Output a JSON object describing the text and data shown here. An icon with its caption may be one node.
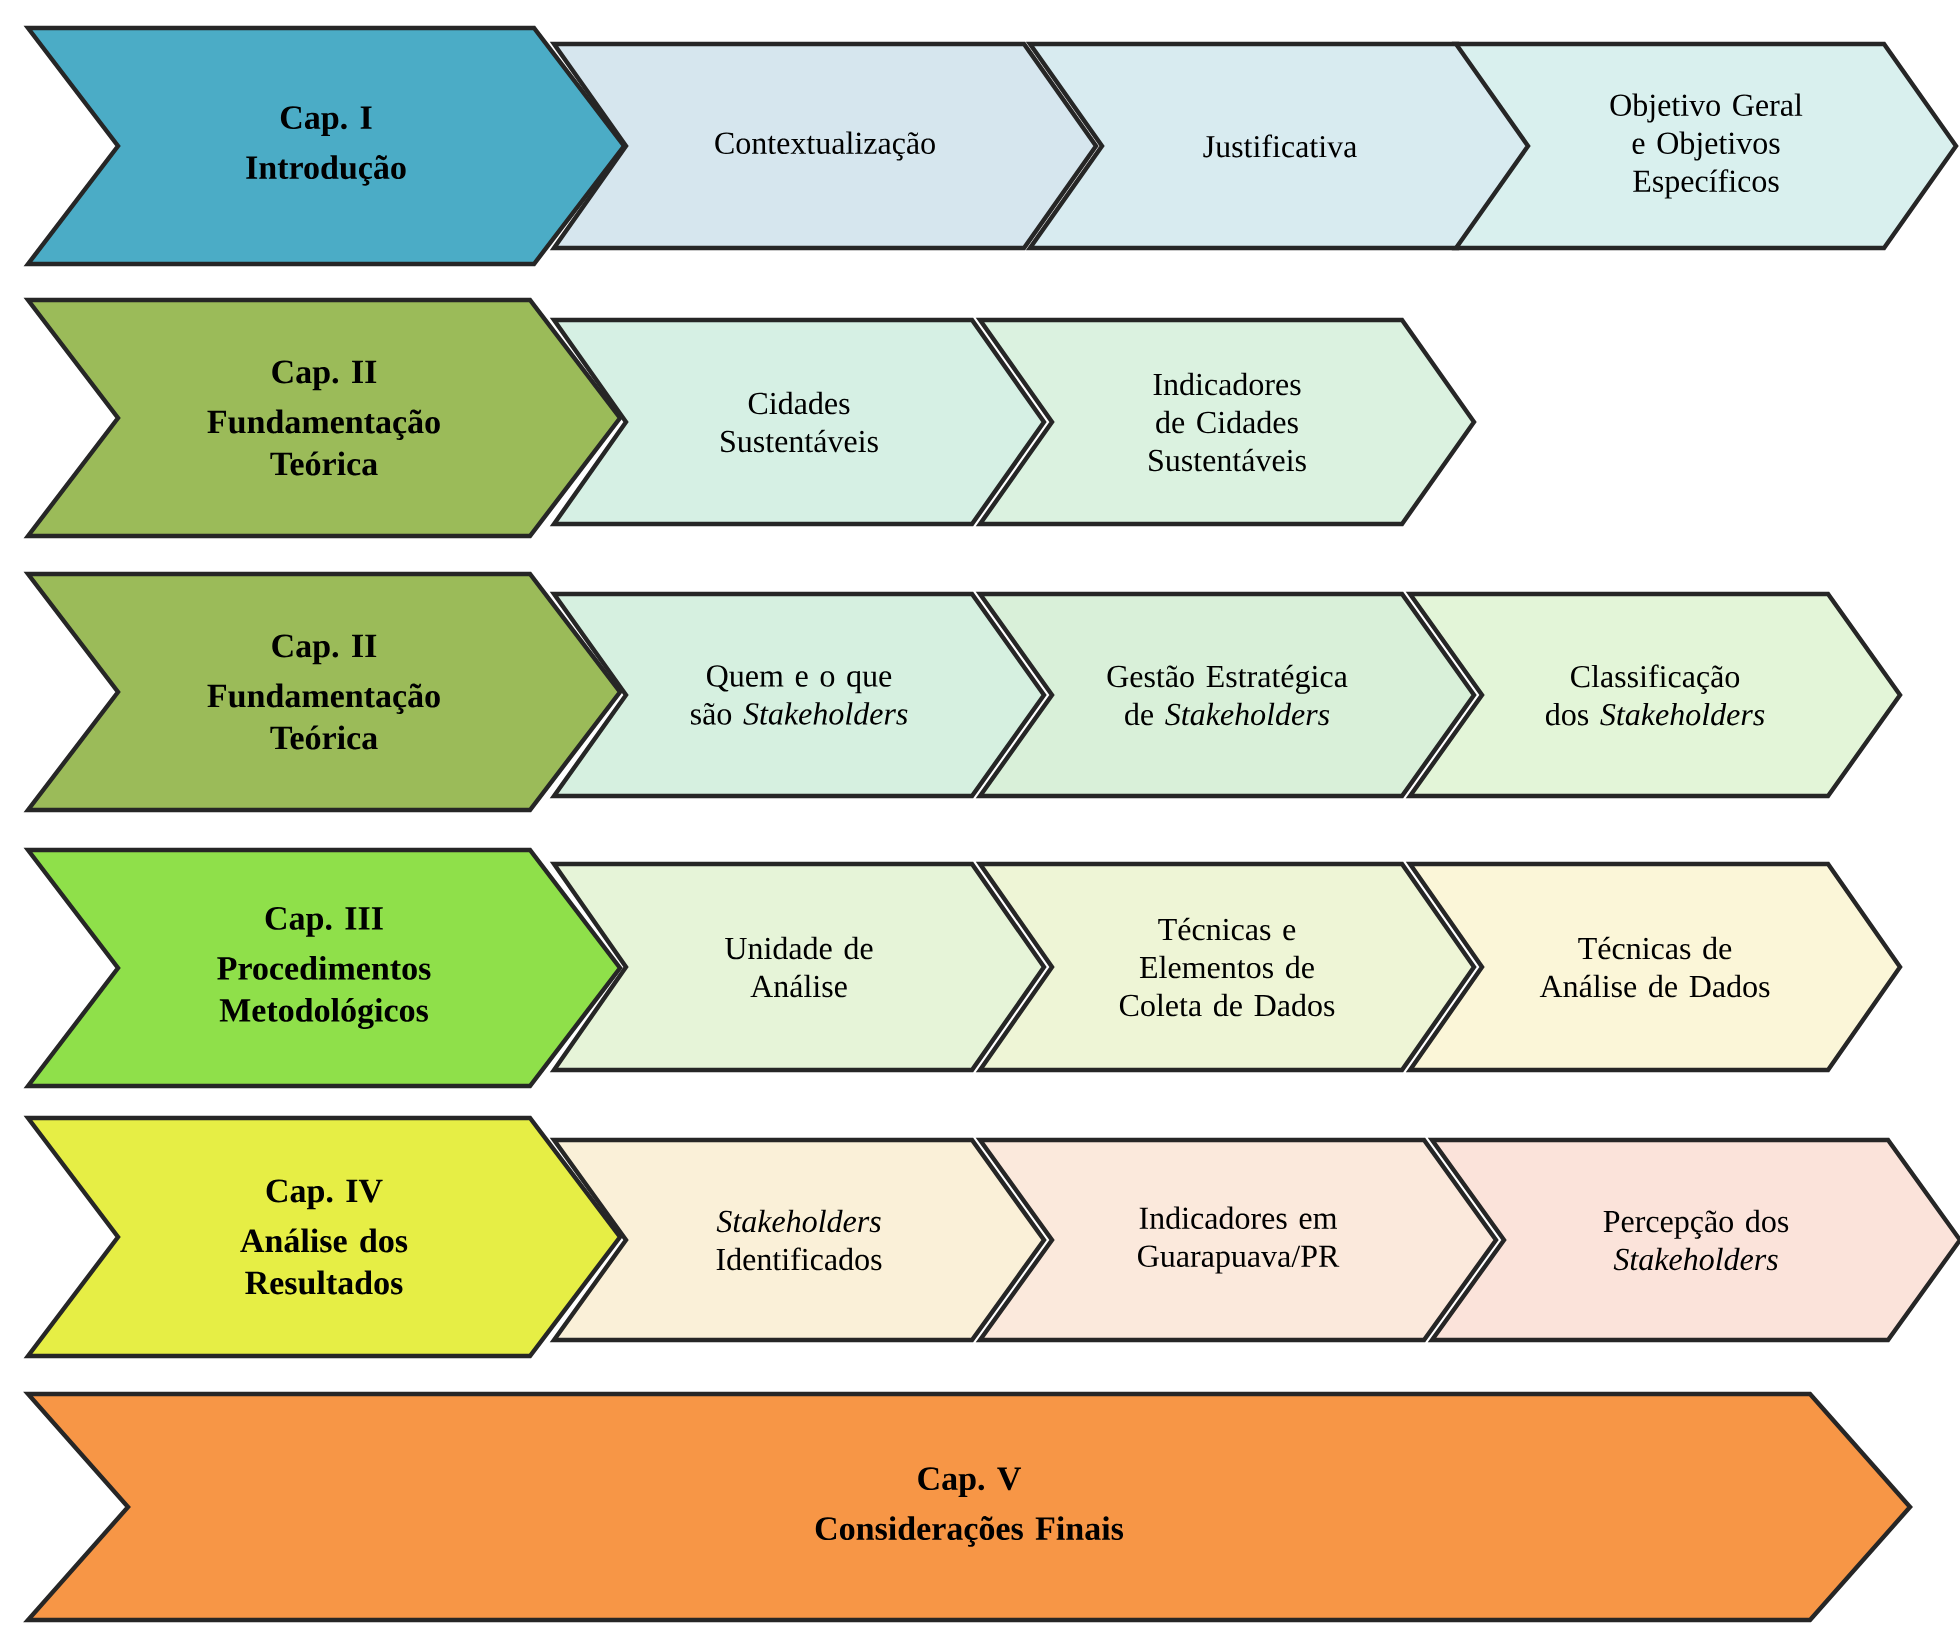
{
  "diagram": {
    "nodes": [
      {
        "text": [
          "Cap. I",
          "Introdução"
        ]
      },
      {
        "text": [
          "Contextualização"
        ]
      },
      {
        "text": [
          "Justificativa"
        ]
      },
      {
        "text": [
          "Objetivo Geral e Objetivos Específicos"
        ]
      },
      {
        "text": [
          "Cap. II",
          "Fundamentação Teórica"
        ]
      },
      {
        "text": [
          "Cidades Sustentáveis"
        ]
      },
      {
        "text": [
          "Indicadores de Cidades Sustentáveis"
        ]
      },
      {
        "text": [
          "Cap. II",
          "Fundamentação Teórica"
        ]
      },
      {
        "text": [
          "Quem e o que são *Stakeholders*"
        ]
      },
      {
        "text": [
          "Gestão Estratégica de *Stakeholders*"
        ]
      },
      {
        "text": [
          "Classificação dos *Stakeholders*"
        ]
      },
      {
        "text": [
          "Cap. III",
          "Procedimentos Metodológicos"
        ]
      },
      {
        "text": [
          "Unidade de Análise"
        ]
      },
      {
        "text": [
          "Técnicas e Elementos de Coleta de Dados"
        ]
      },
      {
        "text": [
          "Técnicas de Análise de Dados"
        ]
      },
      {
        "text": [
          "Cap. IV",
          "Análise dos Resultados"
        ]
      },
      {
        "text": [
          "*Stakeholders* Identificados"
        ]
      },
      {
        "text": [
          "Indicadores em Guarapuava/PR"
        ]
      },
      {
        "text": [
          "Percepção dos *Stakeholders*"
        ]
      },
      {
        "text": [
          "Cap. V",
          "Considerações Finais"
        ]
      }
    ]
  }
}
